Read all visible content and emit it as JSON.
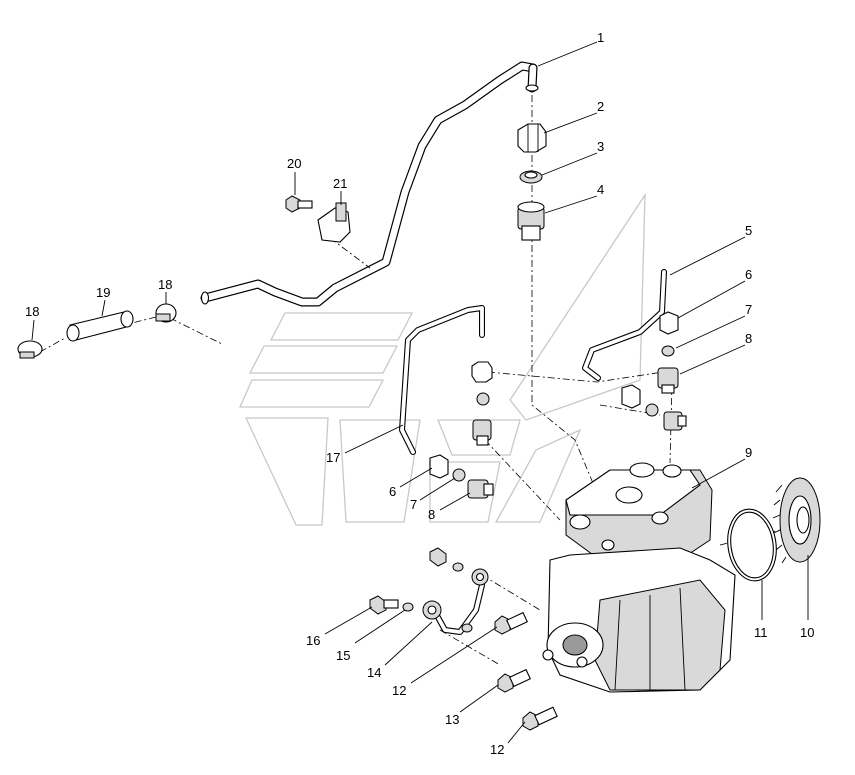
{
  "diagram": {
    "callouts": [
      {
        "id": "c1",
        "text": "1"
      },
      {
        "id": "c2",
        "text": "2"
      },
      {
        "id": "c3",
        "text": "3"
      },
      {
        "id": "c4",
        "text": "4"
      },
      {
        "id": "c5",
        "text": "5"
      },
      {
        "id": "c6a",
        "text": "6"
      },
      {
        "id": "c7a",
        "text": "7"
      },
      {
        "id": "c8a",
        "text": "8"
      },
      {
        "id": "c9",
        "text": "9"
      },
      {
        "id": "c10",
        "text": "10"
      },
      {
        "id": "c11",
        "text": "11"
      },
      {
        "id": "c12a",
        "text": "12"
      },
      {
        "id": "c12b",
        "text": "12"
      },
      {
        "id": "c13",
        "text": "13"
      },
      {
        "id": "c14",
        "text": "14"
      },
      {
        "id": "c15",
        "text": "15"
      },
      {
        "id": "c16",
        "text": "16"
      },
      {
        "id": "c17",
        "text": "17"
      },
      {
        "id": "c6b",
        "text": "6"
      },
      {
        "id": "c7b",
        "text": "7"
      },
      {
        "id": "c8b",
        "text": "8"
      },
      {
        "id": "c18a",
        "text": "18"
      },
      {
        "id": "c18b",
        "text": "18"
      },
      {
        "id": "c19",
        "text": "19"
      },
      {
        "id": "c20",
        "text": "20"
      },
      {
        "id": "c21",
        "text": "21"
      }
    ]
  }
}
